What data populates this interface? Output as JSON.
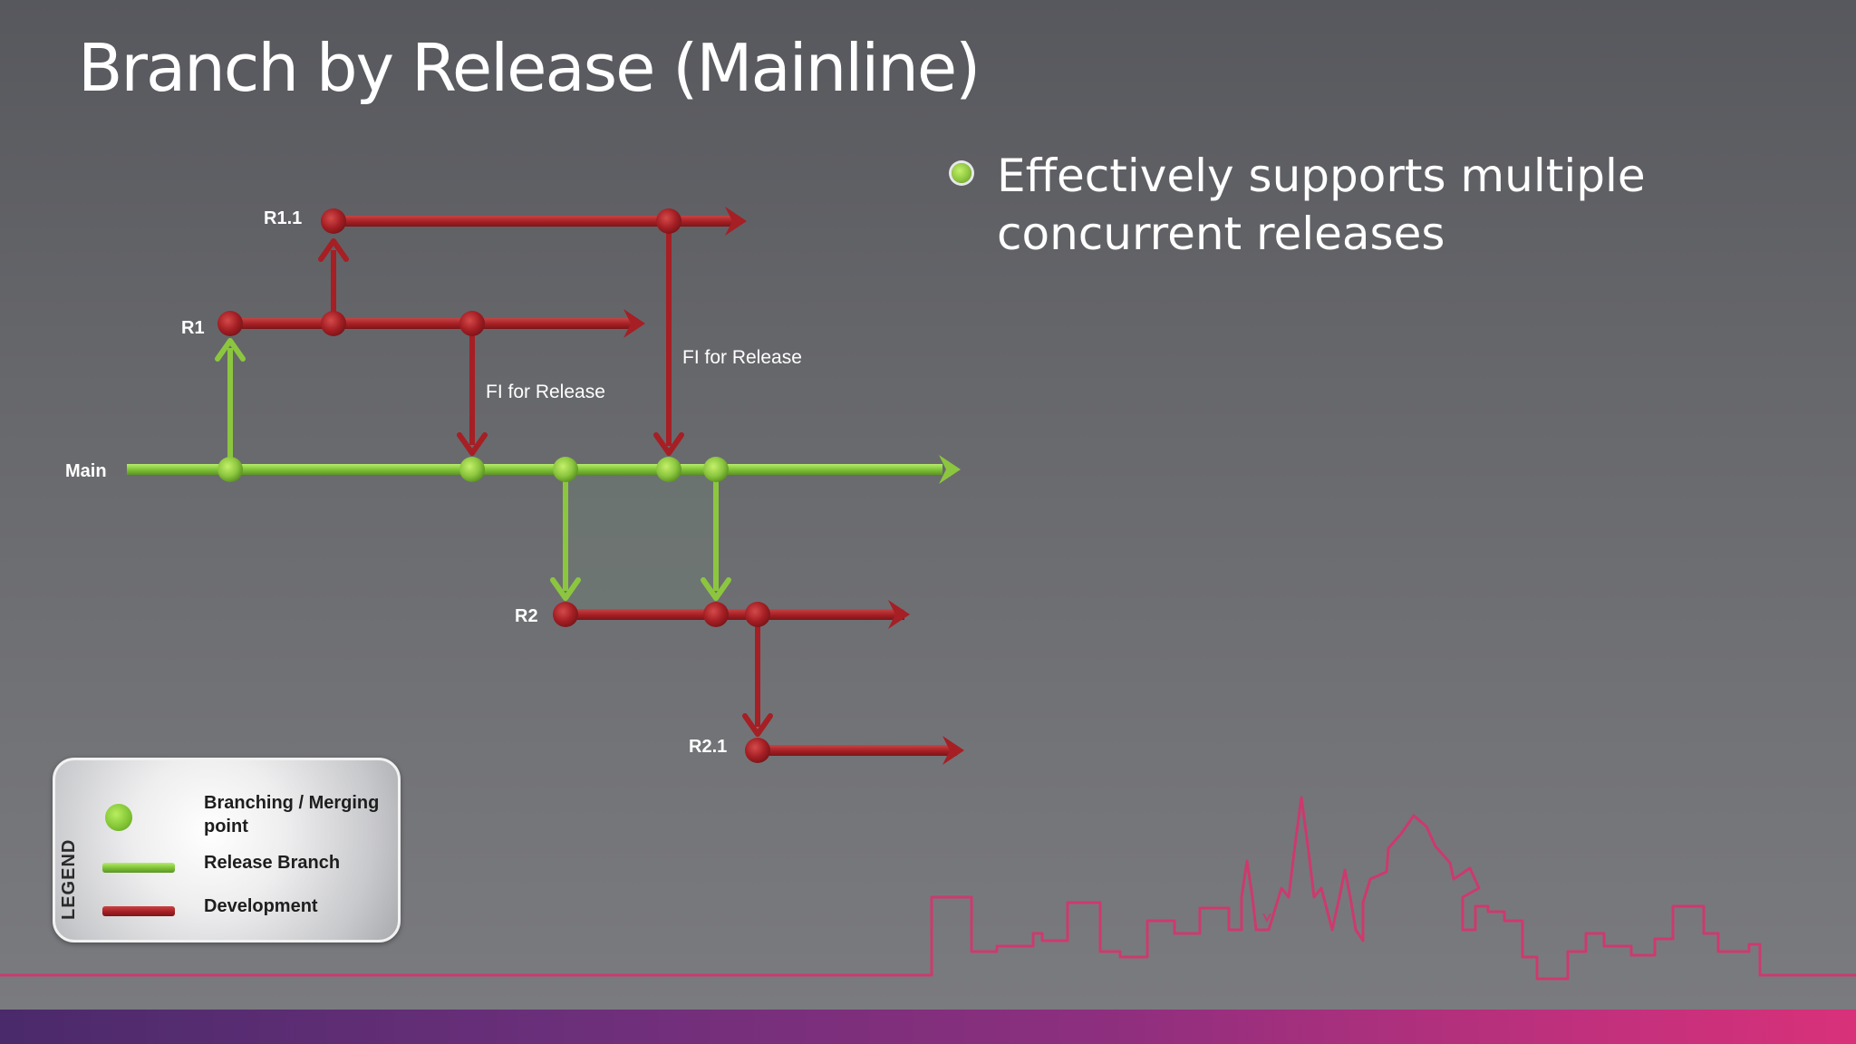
{
  "slide": {
    "title": "Branch by Release (Mainline)",
    "bullets": [
      "Effectively supports multiple concurrent releases"
    ]
  },
  "diagram": {
    "branch_labels": {
      "r11": "R1.1",
      "r1": "R1",
      "main": "Main",
      "r2": "R2",
      "r21": "R2.1"
    },
    "merge_labels": {
      "fi_release_1": "FI for Release",
      "fi_release_2": "FI for Release"
    }
  },
  "legend": {
    "title": "LEGEND",
    "items": [
      {
        "label": "Branching / Merging point"
      },
      {
        "label": "Release Branch"
      },
      {
        "label": "Development"
      }
    ]
  },
  "colors": {
    "release_branch": "#8cc63f",
    "development": "#a51f24",
    "skyline": "#d6336c"
  }
}
